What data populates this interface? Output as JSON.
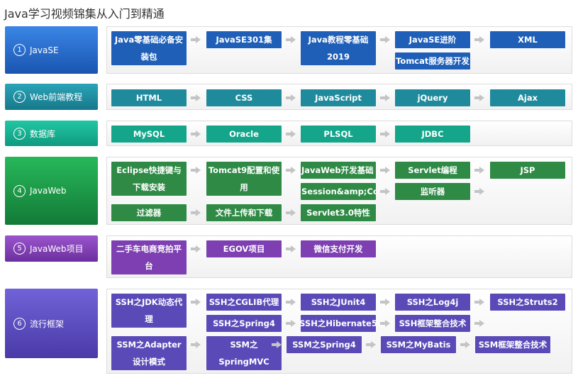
{
  "page_title": "Java学习视频锦集从入门到精通",
  "colors": {
    "javase": "#1f5fb8",
    "web": "#208a9d",
    "db": "#14a58b",
    "javaweb": "#2e8a45",
    "project": "#7d3fb1",
    "framework": "#5a4ab8"
  },
  "stages": [
    {
      "num": "1",
      "label": "JavaSE",
      "items": [
        "Java零基础必备安装包",
        "JavaSE301集",
        "Java教程零基础2019",
        "JavaSE进阶",
        "XML",
        "Tomcat服务器开发"
      ]
    },
    {
      "num": "2",
      "label": "Web前端教程",
      "items": [
        "HTML",
        "CSS",
        "JavaScript",
        "jQuery",
        "Ajax"
      ]
    },
    {
      "num": "3",
      "label": "数据库",
      "items": [
        "MySQL",
        "Oracle",
        "PLSQL",
        "JDBC"
      ]
    },
    {
      "num": "4",
      "label": "JavaWeb",
      "items": [
        "Eclipse快捷键与下载安装",
        "Tomcat9配置和使用",
        "JavaWeb开发基础",
        "Servlet编程",
        "JSP",
        "Session&amp;Cookie",
        "监听器",
        "过滤器",
        "文件上传和下载",
        "Servlet3.0特性"
      ]
    },
    {
      "num": "5",
      "label": "JavaWeb项目",
      "items": [
        "二手车电商竞拍平台",
        "EGOV项目",
        "微信支付开发"
      ]
    },
    {
      "num": "6",
      "label": "流行框架",
      "items": [
        "SSH之JDK动态代理",
        "SSH之CGLIB代理",
        "SSH之JUnit4",
        "SSH之Log4j",
        "SSH之Struts2",
        "SSH之Spring4",
        "SSH之Hibernate5",
        "SSH框架整合技术",
        "SSM之Adapter设计模式",
        "SSM之SpringMVC",
        "SSM之Spring4",
        "SSM之MyBatis",
        "SSM框架整合技术"
      ]
    }
  ]
}
